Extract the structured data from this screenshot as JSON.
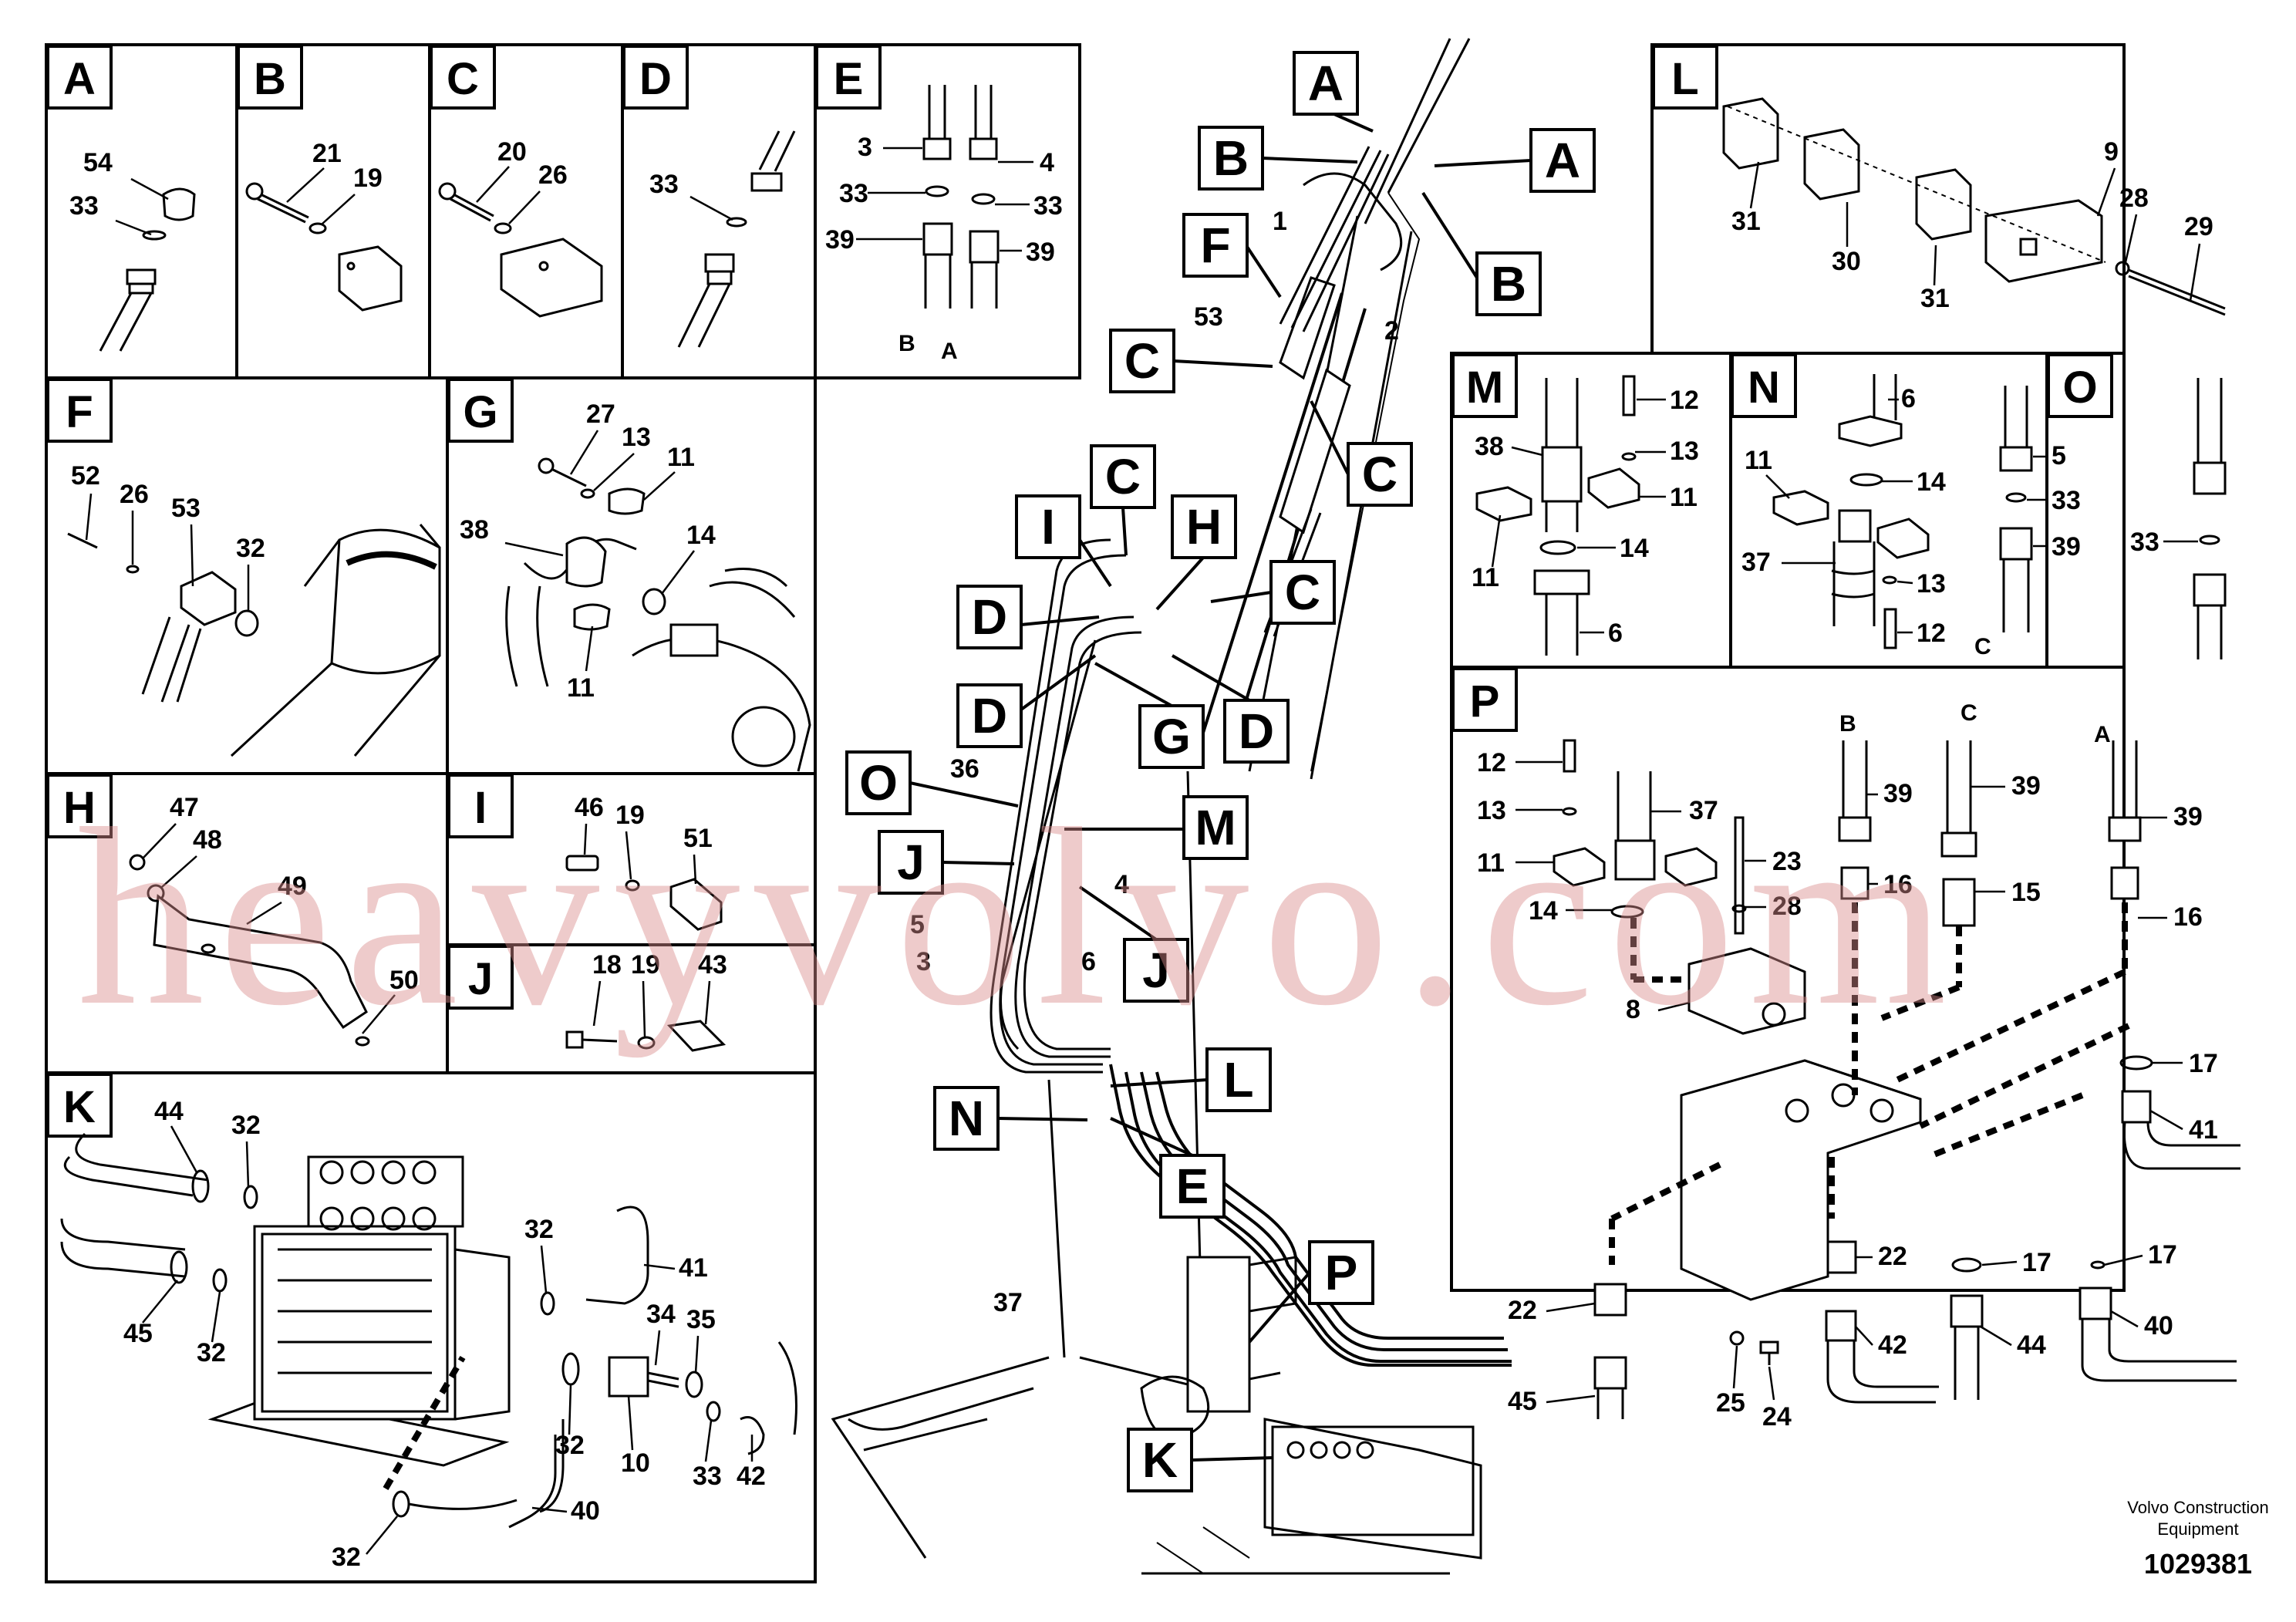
{
  "panels": {
    "A": {
      "letter": "A",
      "parts": [
        "54",
        "33"
      ]
    },
    "B": {
      "letter": "B",
      "parts": [
        "21",
        "19"
      ]
    },
    "C": {
      "letter": "C",
      "parts": [
        "20",
        "26"
      ]
    },
    "D": {
      "letter": "D",
      "parts": [
        "33"
      ]
    },
    "E": {
      "letter": "E",
      "parts": [
        "3",
        "4",
        "33",
        "33",
        "39",
        "39"
      ],
      "hose_labels": [
        "B",
        "A"
      ]
    },
    "F": {
      "letter": "F",
      "parts": [
        "52",
        "26",
        "53",
        "32"
      ]
    },
    "G": {
      "letter": "G",
      "parts": [
        "27",
        "13",
        "11",
        "38",
        "14",
        "11"
      ]
    },
    "H": {
      "letter": "H",
      "parts": [
        "47",
        "48",
        "49",
        "50"
      ]
    },
    "I": {
      "letter": "I",
      "parts": [
        "46",
        "19",
        "51"
      ]
    },
    "J": {
      "letter": "J",
      "parts": [
        "18",
        "19",
        "43"
      ]
    },
    "K": {
      "letter": "K",
      "parts": [
        "44",
        "32",
        "45",
        "32",
        "32",
        "41",
        "34",
        "35",
        "32",
        "10",
        "33",
        "42",
        "32",
        "40"
      ]
    },
    "L": {
      "letter": "L",
      "parts": [
        "9",
        "28",
        "29",
        "31",
        "30",
        "31"
      ]
    },
    "M": {
      "letter": "M",
      "parts": [
        "12",
        "38",
        "13",
        "11",
        "11",
        "14",
        "6"
      ]
    },
    "N": {
      "letter": "N",
      "parts": [
        "6",
        "11",
        "14",
        "37",
        "13",
        "12"
      ]
    },
    "N2": {
      "parts": [
        "5",
        "33",
        "39"
      ],
      "hose_label": "C"
    },
    "O": {
      "letter": "O",
      "parts": [
        "33"
      ]
    },
    "P": {
      "letter": "P",
      "parts": [
        "12",
        "13",
        "11",
        "14",
        "37",
        "23",
        "28",
        "8",
        "39",
        "16",
        "39",
        "15",
        "39",
        "16",
        "17",
        "41",
        "17",
        "17",
        "22",
        "22",
        "42",
        "44",
        "40",
        "45",
        "25",
        "24"
      ],
      "hose_labels": [
        "B",
        "C",
        "A"
      ]
    }
  },
  "main_callouts": [
    "A",
    "B",
    "A",
    "B",
    "F",
    "C",
    "C",
    "C",
    "I",
    "H",
    "C",
    "D",
    "D",
    "G",
    "D",
    "O",
    "J",
    "M",
    "J",
    "L",
    "N",
    "E",
    "P",
    "K"
  ],
  "main_parts": [
    "1",
    "2",
    "53",
    "36",
    "4",
    "5",
    "3",
    "6",
    "37"
  ],
  "watermark": "heavyvolvo.com",
  "footer": {
    "brand": "Volvo Construction Equipment",
    "brand_line1": "Volvo Construction",
    "brand_line2": "Equipment",
    "doc_number": "1029381"
  },
  "colors": {
    "line": "#000000",
    "watermark": "#d98c8c",
    "background": "#ffffff"
  }
}
